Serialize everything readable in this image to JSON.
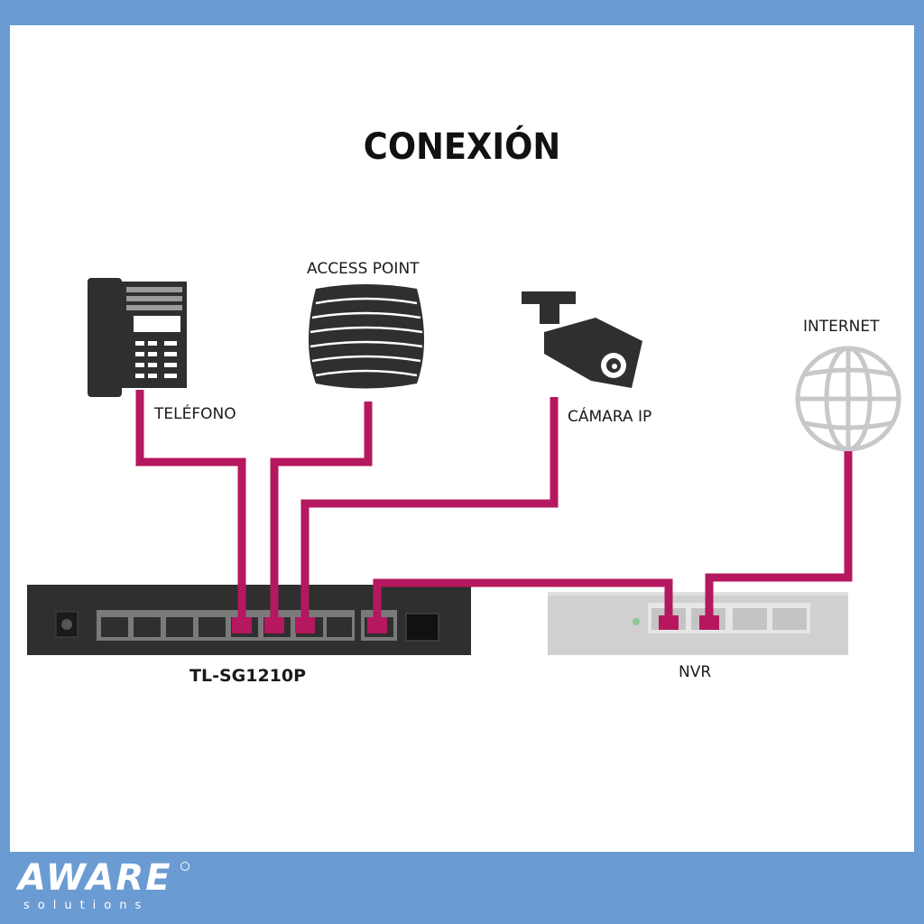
{
  "title": "CONEXIÓN",
  "nodes": {
    "telefono": "TELÉFONO",
    "access_point": "ACCESS POINT",
    "camara": "CÁMARA IP",
    "internet": "INTERNET",
    "switch": "TL-SG1210P",
    "nvr": "NVR"
  },
  "logo": {
    "name": "AWARE",
    "tagline": "solutions"
  },
  "colors": {
    "background": "#6b9bd3",
    "panel": "#ffffff",
    "cable": "#b5185e",
    "device_dark": "#2f2f2f",
    "device_light": "#c8c8c8"
  },
  "icons": [
    "telephone-icon",
    "access-point-icon",
    "ip-camera-icon",
    "globe-icon",
    "switch-icon",
    "nvr-icon"
  ]
}
